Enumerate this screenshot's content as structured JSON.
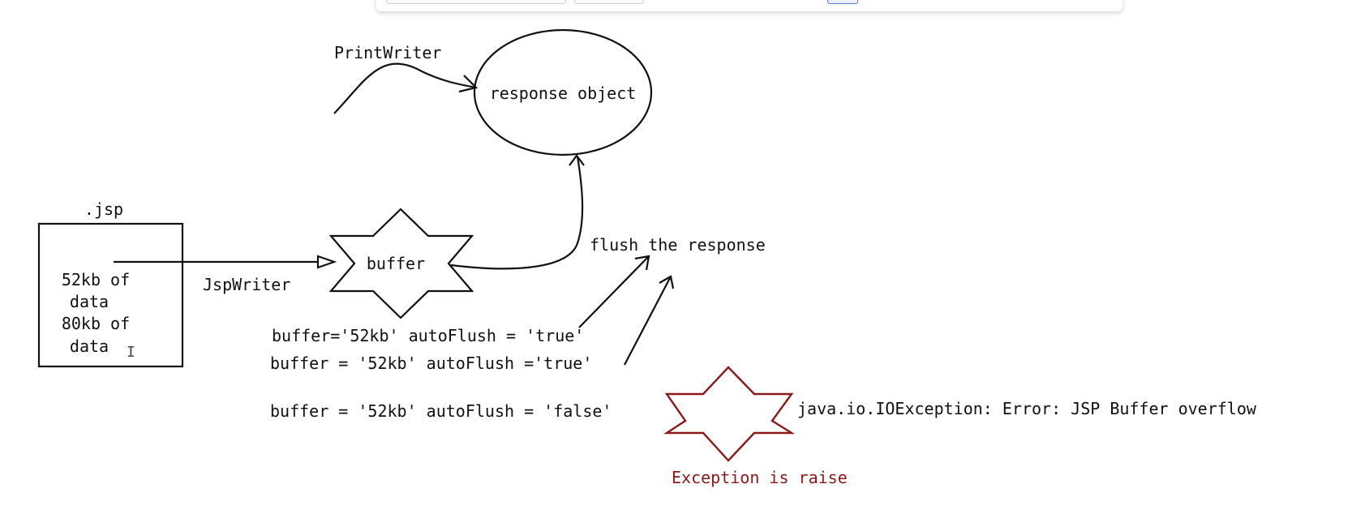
{
  "diagram": {
    "print_writer": "PrintWriter",
    "response_object": "response object",
    "jsp_label": ".jsp",
    "jsp_content": [
      "52kb of",
      "data",
      "80kb of",
      "data"
    ],
    "jsp_writer": "JspWriter",
    "buffer": "buffer",
    "flush": "flush the response",
    "config_lines": [
      "buffer='52kb' autoFlush = 'true'",
      "buffer = '52kb' autoFlush ='true'"
    ],
    "config_false_prefix": "buffer = '52kb' autoFlush = ",
    "config_false_value": "'false'",
    "exception_message": "java.io.IOException: Error: JSP Buffer overflow",
    "exception_caption": "Exception is raise",
    "colors": {
      "ink": "#111111",
      "error": "#8a1a1a"
    }
  }
}
